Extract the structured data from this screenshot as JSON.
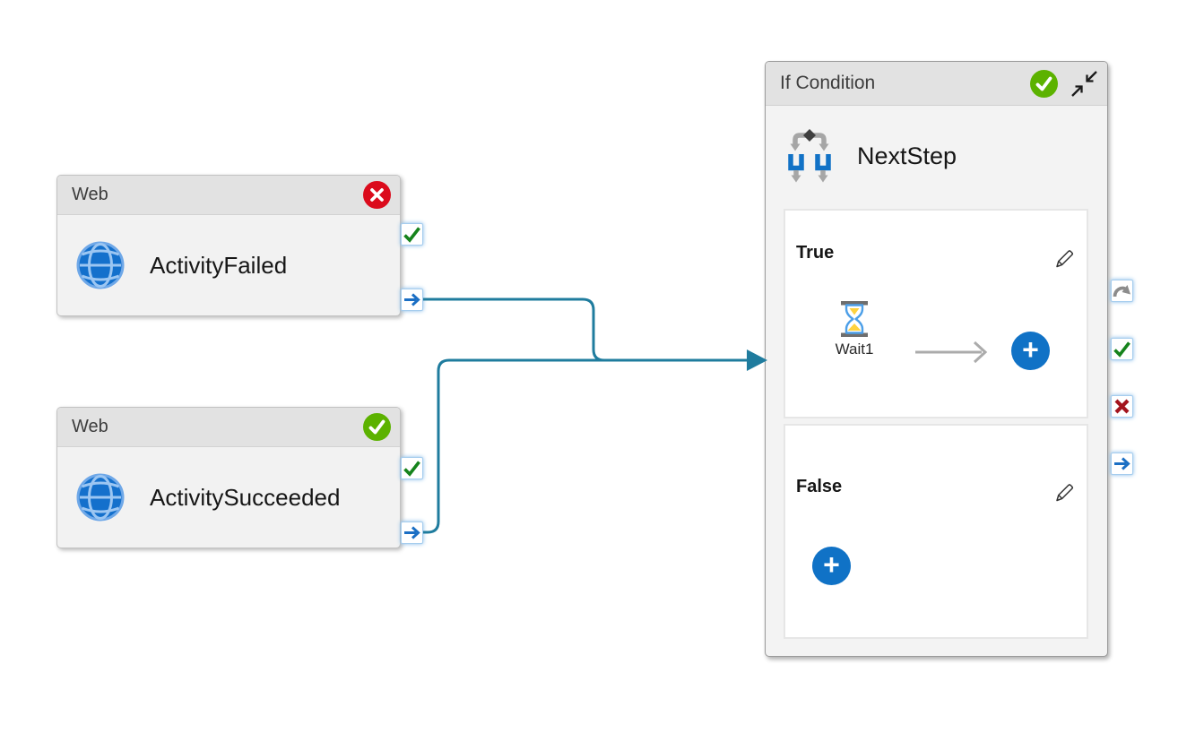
{
  "nodes": {
    "failed": {
      "type_label": "Web",
      "name": "ActivityFailed",
      "status": "error",
      "icon": "globe-icon"
    },
    "succeeded": {
      "type_label": "Web",
      "name": "ActivitySucceeded",
      "status": "success",
      "icon": "globe-icon"
    },
    "if_condition": {
      "type_label": "If Condition",
      "name": "NextStep",
      "status": "success",
      "icon": "if-branch-icon",
      "true_branch": {
        "label": "True",
        "activities": [
          {
            "name": "Wait1",
            "icon": "hourglass-icon"
          }
        ]
      },
      "false_branch": {
        "label": "False",
        "activities": []
      }
    }
  },
  "controls": {
    "add_label": "+"
  },
  "ports": {
    "web_right": [
      "success-check",
      "completion-arrow"
    ],
    "if_right": [
      "skip-arrow",
      "success-check",
      "fail-cross",
      "completion-arrow"
    ]
  },
  "icons": {
    "globe-icon": "blue globe circle",
    "if-branch-icon": "diamond with two branch brackets",
    "hourglass-icon": "hourglass with yellow sand",
    "success-badge-icon": "white check on green circle",
    "error-badge-icon": "white cross on red circle",
    "collapse-icon": "two inward diagonal arrows",
    "edit-pencil-icon": "pencil outline",
    "port-success-icon": "green check",
    "port-fail-icon": "dark red cross",
    "port-completion-icon": "blue right arrow",
    "port-skip-icon": "gray curved arrow",
    "next-arrow-icon": "gray right arrow",
    "add-icon": "+"
  },
  "colors": {
    "connector_teal": "#1F7C9E",
    "success_green": "#5CB200",
    "error_red": "#DB0B1C",
    "port_check_green": "#15831C",
    "port_arrow_blue": "#1B6FC4",
    "port_fail_red": "#A3141E",
    "port_skip_gray": "#8C8C8C",
    "globe_blue": "#1470CC",
    "branch_bracket_blue": "#1272C6",
    "add_button_blue": "#1072C6",
    "header_gray": "#E2E2E2",
    "node_body_gray": "#F2F2F2",
    "panel_white": "#FFFFFF"
  }
}
